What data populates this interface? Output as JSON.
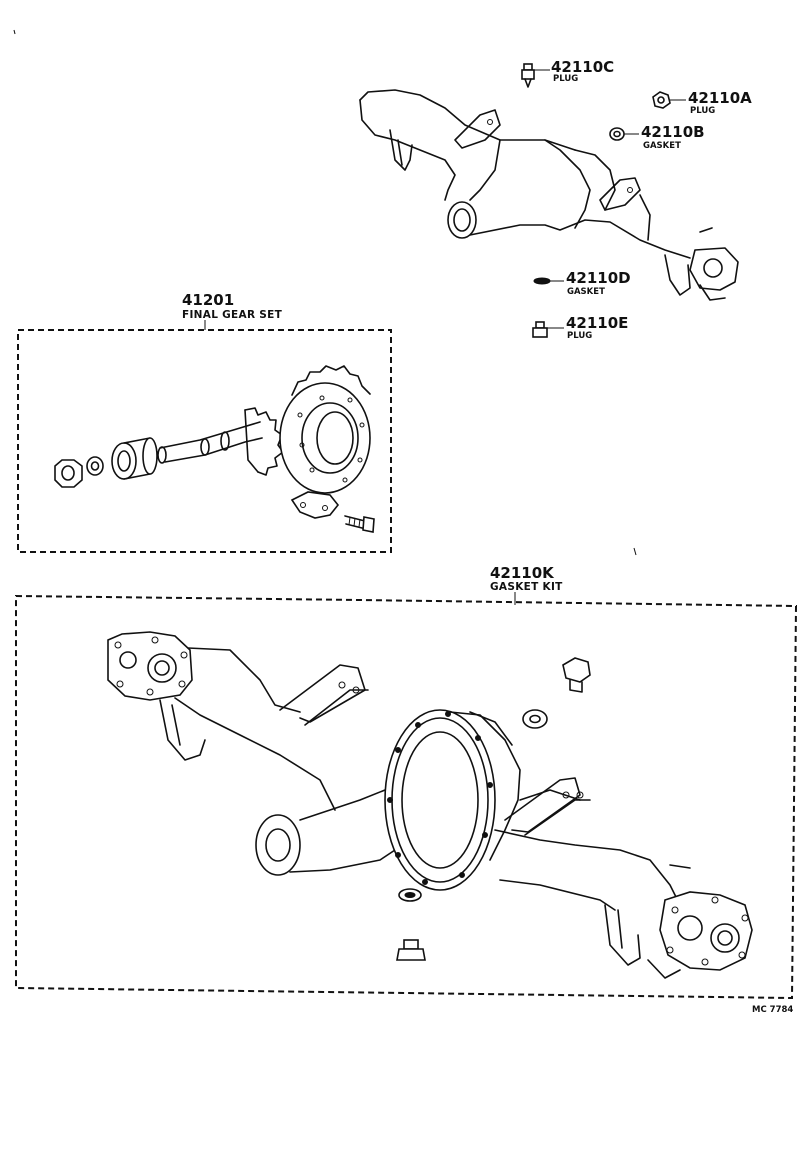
{
  "parts": {
    "p42110C": {
      "number": "42110C",
      "desc": "PLUG"
    },
    "p42110A": {
      "number": "42110A",
      "desc": "PLUG"
    },
    "p42110B": {
      "number": "42110B",
      "desc": "GASKET"
    },
    "p42110D": {
      "number": "42110D",
      "desc": "GASKET"
    },
    "p42110E": {
      "number": "42110E",
      "desc": "PLUG"
    },
    "p41201": {
      "number": "41201",
      "desc": "FINAL GEAR SET"
    },
    "p42110K": {
      "number": "42110K",
      "desc": "GASKET KIT"
    }
  },
  "diagram_code": "MC 7784",
  "colors": {
    "ink": "#111111",
    "paper": "#ffffff"
  }
}
